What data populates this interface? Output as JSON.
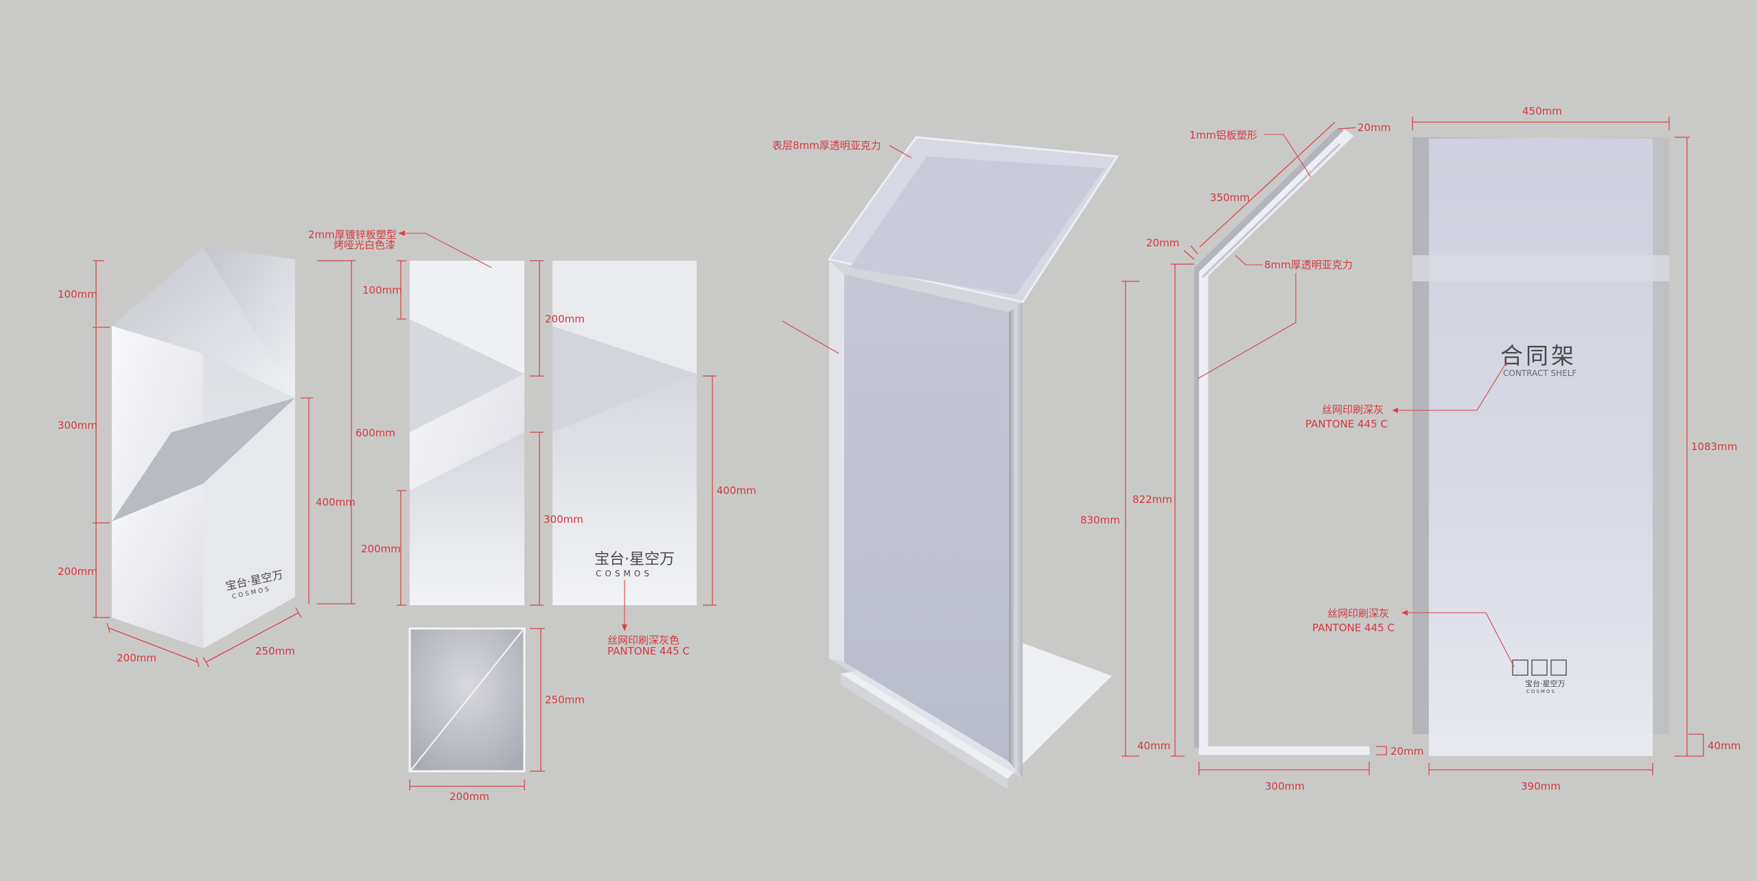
{
  "colors": {
    "background": "#c9cac8",
    "annotation": "#d4383d",
    "logo_text": "#4a4a4a"
  },
  "brand": {
    "logo_cn": "宝台·星空万",
    "logo_en": "COSMOS"
  },
  "box": {
    "dims": {
      "left_top": "100mm",
      "left_mid": "300mm",
      "left_bot": "200mm",
      "total_height": "600mm",
      "right_lower": "400mm",
      "base_front": "200mm",
      "base_side": "250mm"
    },
    "front_view": {
      "top": "100mm",
      "bottom": "200mm"
    },
    "side_view": {
      "upper": "200mm",
      "lower": "300mm",
      "right": "400mm"
    },
    "bottom_view": {
      "height": "250mm",
      "width": "200mm"
    },
    "note_material_line1": "2mm厚镀锌板塑型",
    "note_material_line2": "烤哑光白色漆",
    "note_print_line1": "丝网印刷深灰色",
    "note_print_line2": "PANTONE 445 C"
  },
  "stand": {
    "note_top_acrylic": "表层8mm厚透明亚克力",
    "side": {
      "note_aluminum": "1mm铝板塑形",
      "thickness_top": "20mm",
      "top_length": "350mm",
      "top_fold": "20mm",
      "note_acrylic": "8mm厚透明亚克力",
      "height_total": "830mm",
      "height_inner": "822mm",
      "base_height": "40mm",
      "base_width": "300mm",
      "base_thickness": "20mm"
    },
    "front": {
      "width_top": "450mm",
      "height": "1083mm",
      "base_height": "40mm",
      "width_bottom": "390mm",
      "title_cn": "合同架",
      "title_en": "CONTRACT SHELF",
      "note_print1_line1": "丝网印刷深灰",
      "note_print1_line2": "PANTONE 445 C",
      "note_print2_line1": "丝网印刷深灰",
      "note_print2_line2": "PANTONE 445 C"
    }
  }
}
